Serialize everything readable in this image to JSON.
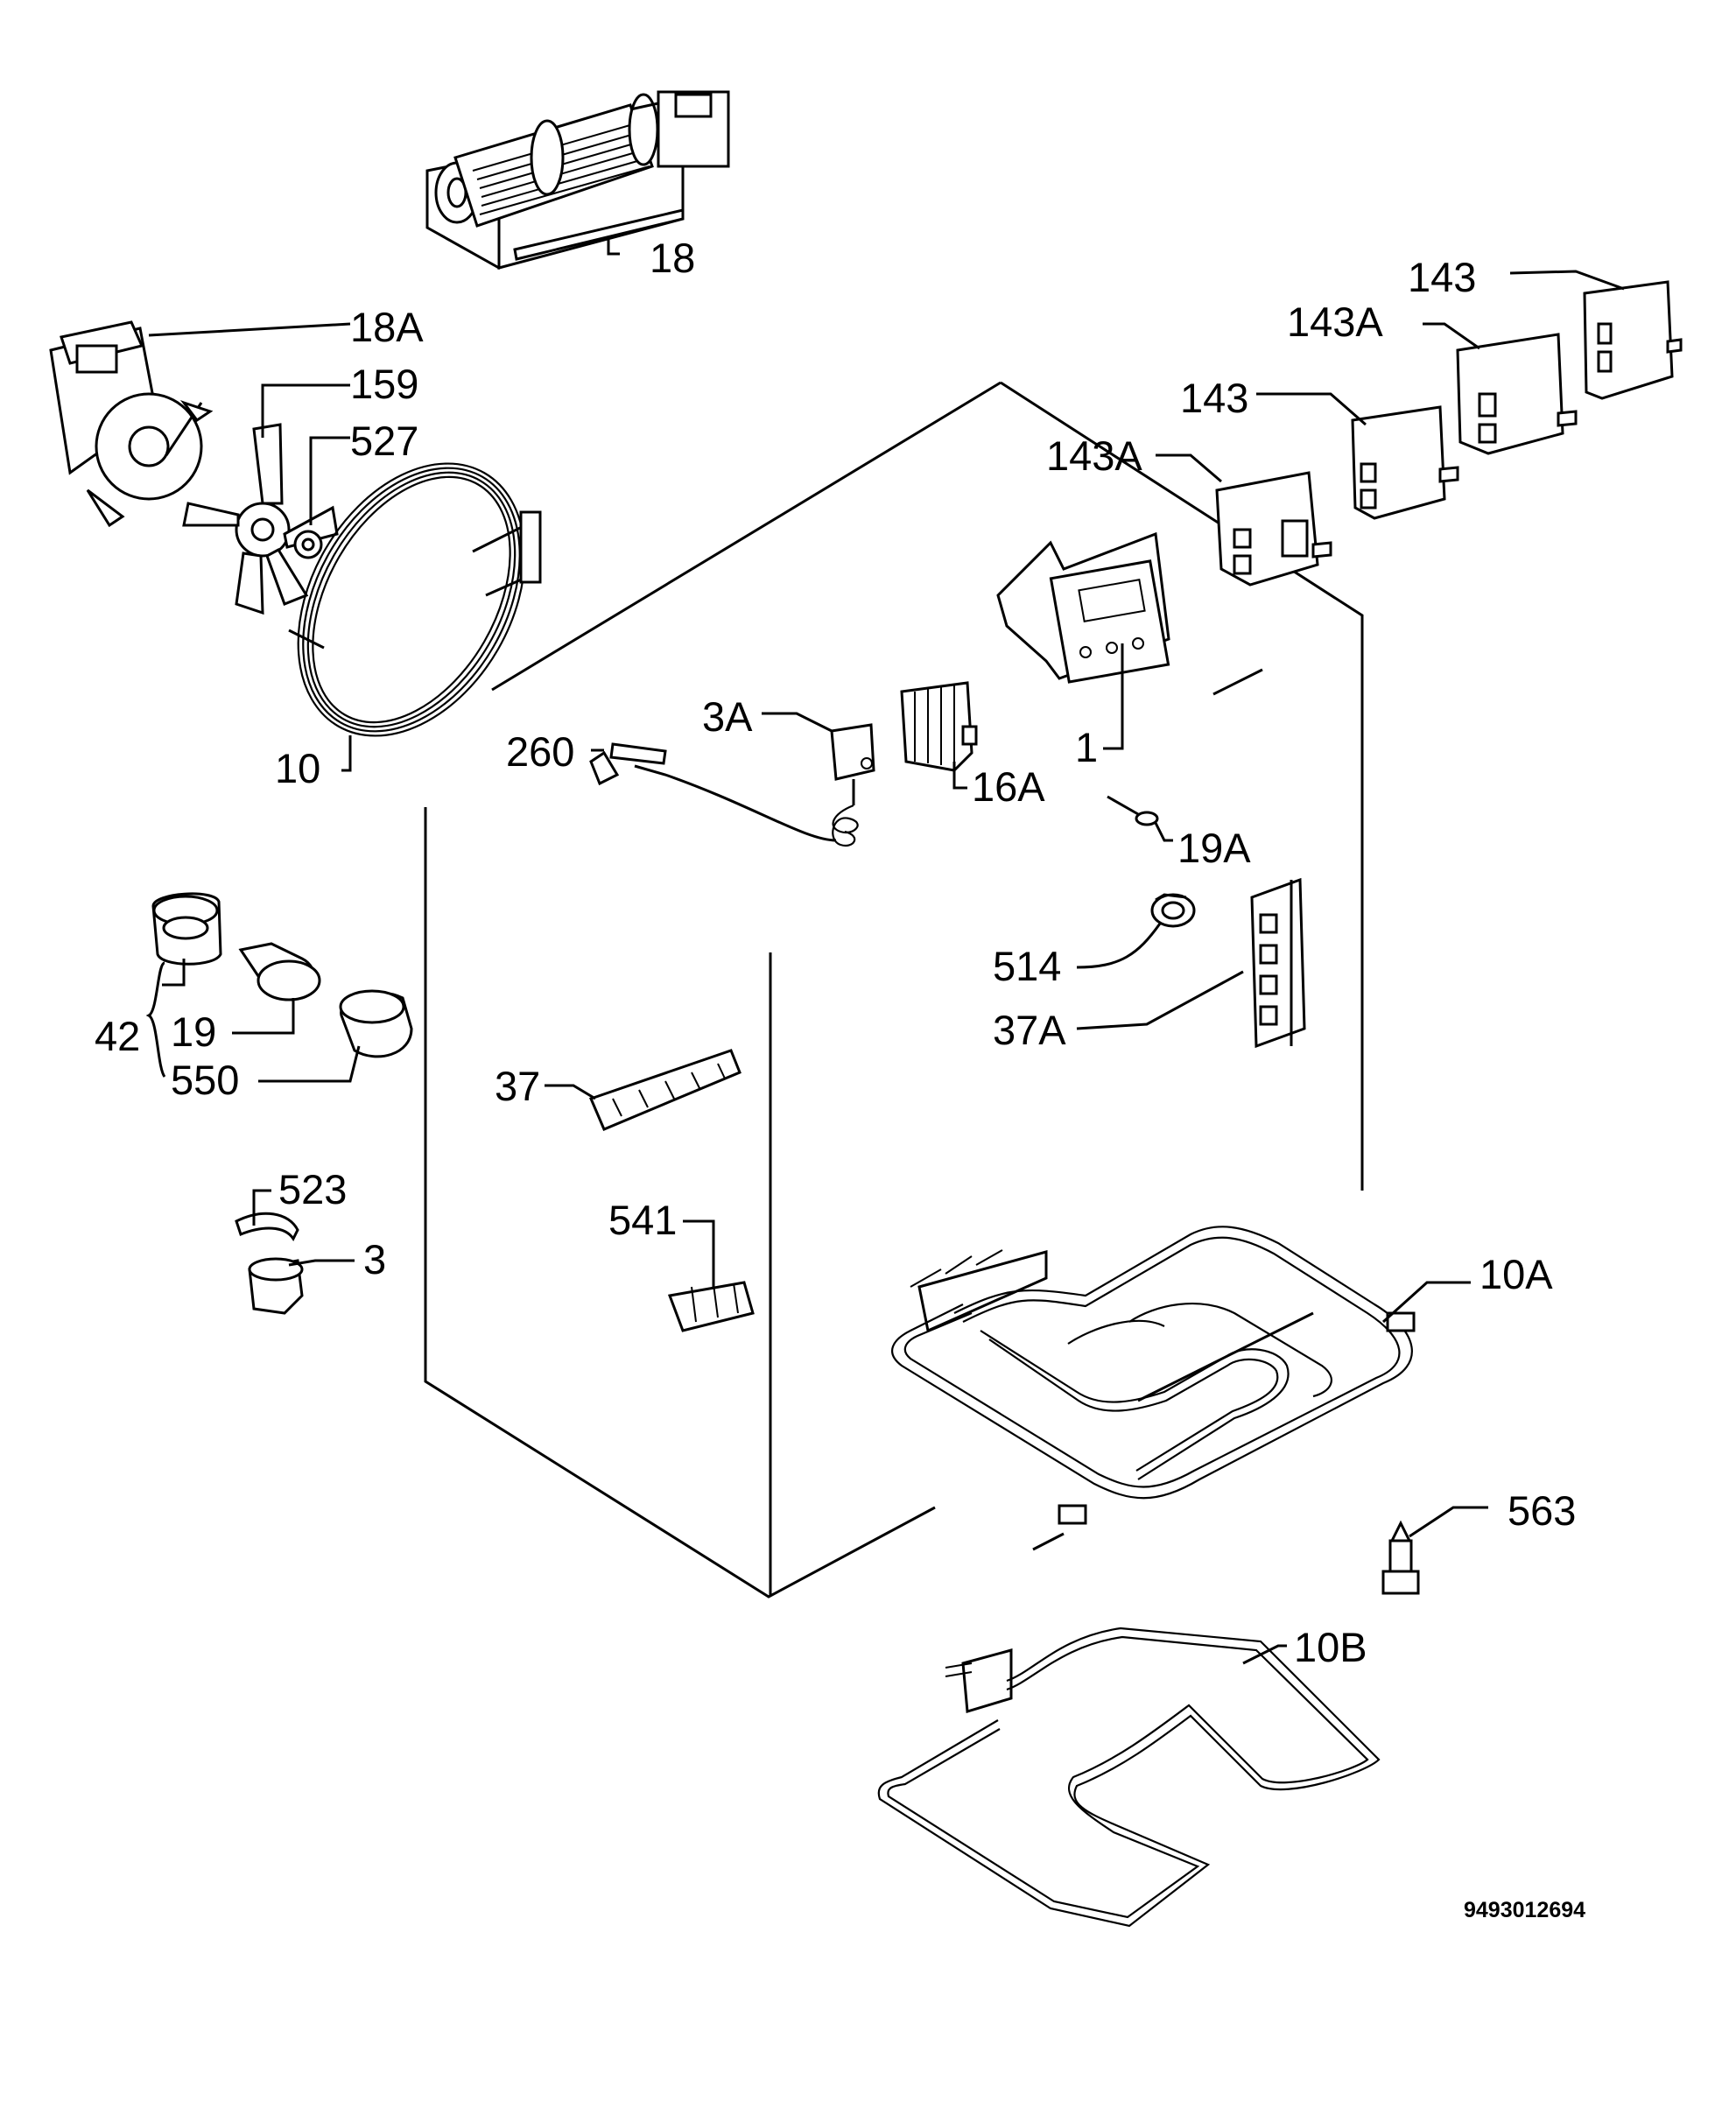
{
  "labels": {
    "l18": "18",
    "l18A": "18A",
    "l159": "159",
    "l527": "527",
    "l10": "10",
    "l143a": "143",
    "l143Aa": "143A",
    "l143b": "143",
    "l143Ab": "143A",
    "l3A": "3A",
    "l260": "260",
    "l16A": "16A",
    "l1": "1",
    "l19A": "19A",
    "l514": "514",
    "l37A": "37A",
    "l42": "42",
    "l19": "19",
    "l550": "550",
    "l37": "37",
    "l523": "523",
    "l3": "3",
    "l541": "541",
    "l10A": "10A",
    "l563": "563",
    "l10B": "10B"
  },
  "document_number": "9493012694"
}
